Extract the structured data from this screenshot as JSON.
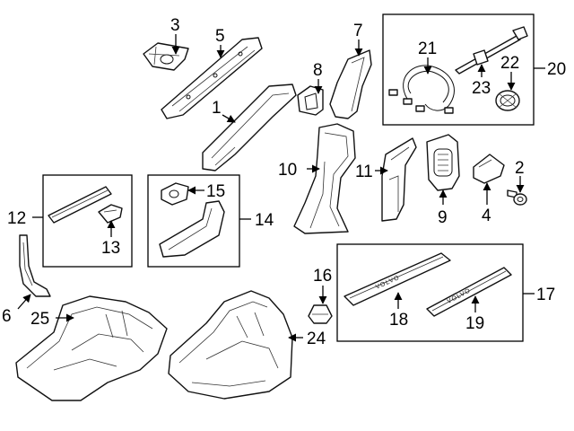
{
  "callouts": {
    "c1": "1",
    "c2": "2",
    "c3": "3",
    "c4": "4",
    "c5": "5",
    "c6": "6",
    "c7": "7",
    "c8": "8",
    "c9": "9",
    "c10": "10",
    "c11": "11",
    "c12": "12",
    "c13": "13",
    "c14": "14",
    "c15": "15",
    "c16": "16",
    "c17": "17",
    "c18": "18",
    "c19": "19",
    "c20": "20",
    "c21": "21",
    "c22": "22",
    "c23": "23",
    "c24": "24",
    "c25": "25"
  },
  "plates": {
    "plate18": "VOLVO",
    "plate19": "VOLVO"
  }
}
